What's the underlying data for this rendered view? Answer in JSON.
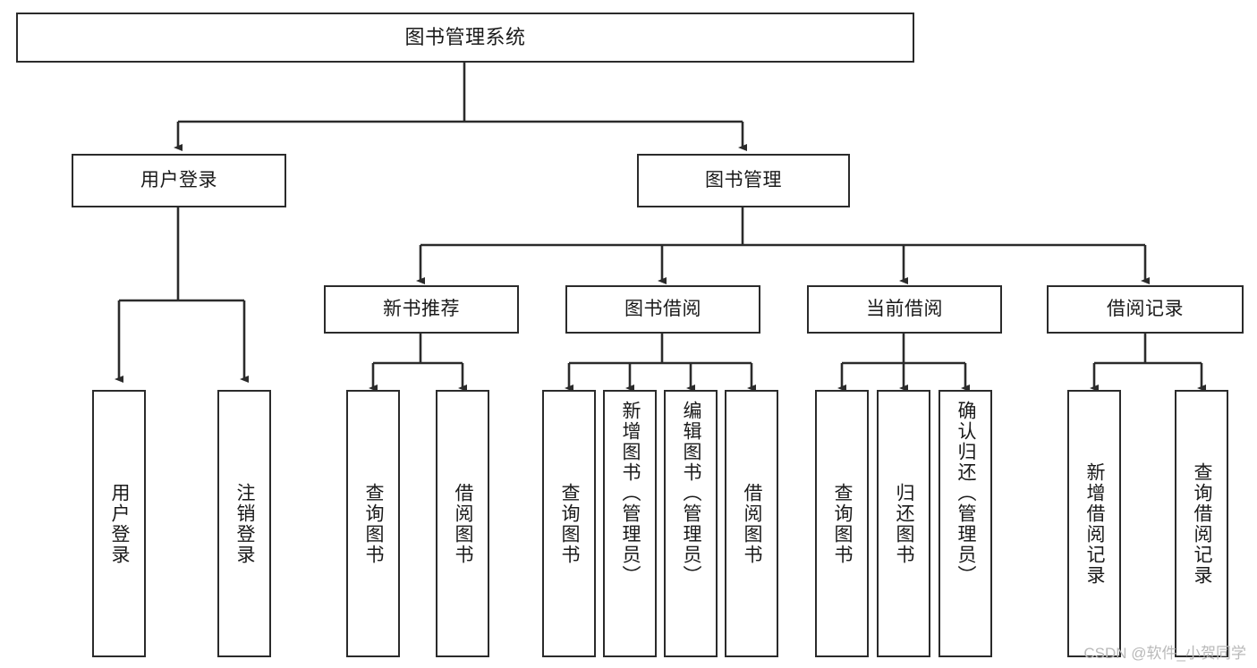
{
  "diagram": {
    "title": "图书管理系统",
    "type": "tree-hierarchy-chart",
    "watermark": "CSDN @软件_小贺同学",
    "colors": {
      "stroke": "#2b2b2b",
      "fill": "#ffffff",
      "text": "#1a1a1a",
      "watermark": "#b9b9b9"
    },
    "levels": {
      "root": {
        "label": "图书管理系统"
      },
      "level1": [
        {
          "id": "user-login",
          "label": "用户登录"
        },
        {
          "id": "book-management",
          "label": "图书管理"
        }
      ],
      "level2": [
        {
          "id": "new-book-recommend",
          "label": "新书推荐"
        },
        {
          "id": "book-borrow",
          "label": "图书借阅"
        },
        {
          "id": "current-borrow",
          "label": "当前借阅"
        },
        {
          "id": "borrow-record",
          "label": "借阅记录"
        }
      ],
      "leaves": {
        "user_login": [
          {
            "id": "leaf-user-login",
            "label": "用户登录"
          },
          {
            "id": "leaf-logout-login",
            "label": "注销登录"
          }
        ],
        "new_book_recommend": [
          {
            "id": "leaf-query-book-1",
            "label": "查询图书"
          },
          {
            "id": "leaf-borrow-book-1",
            "label": "借阅图书"
          }
        ],
        "book_borrow": [
          {
            "id": "leaf-query-book-2",
            "label": "查询图书"
          },
          {
            "id": "leaf-add-book",
            "label": "新增图书（管理员）"
          },
          {
            "id": "leaf-edit-book",
            "label": "编辑图书（管理员）"
          },
          {
            "id": "leaf-borrow-book-2",
            "label": "借阅图书"
          }
        ],
        "current_borrow": [
          {
            "id": "leaf-query-book-3",
            "label": "查询图书"
          },
          {
            "id": "leaf-return-book",
            "label": "归还图书"
          },
          {
            "id": "leaf-confirm-return",
            "label": "确认归还（管理员）"
          }
        ],
        "borrow_record": [
          {
            "id": "leaf-add-record",
            "label": "新增借阅记录"
          },
          {
            "id": "leaf-query-record",
            "label": "查询借阅记录"
          }
        ]
      }
    }
  }
}
